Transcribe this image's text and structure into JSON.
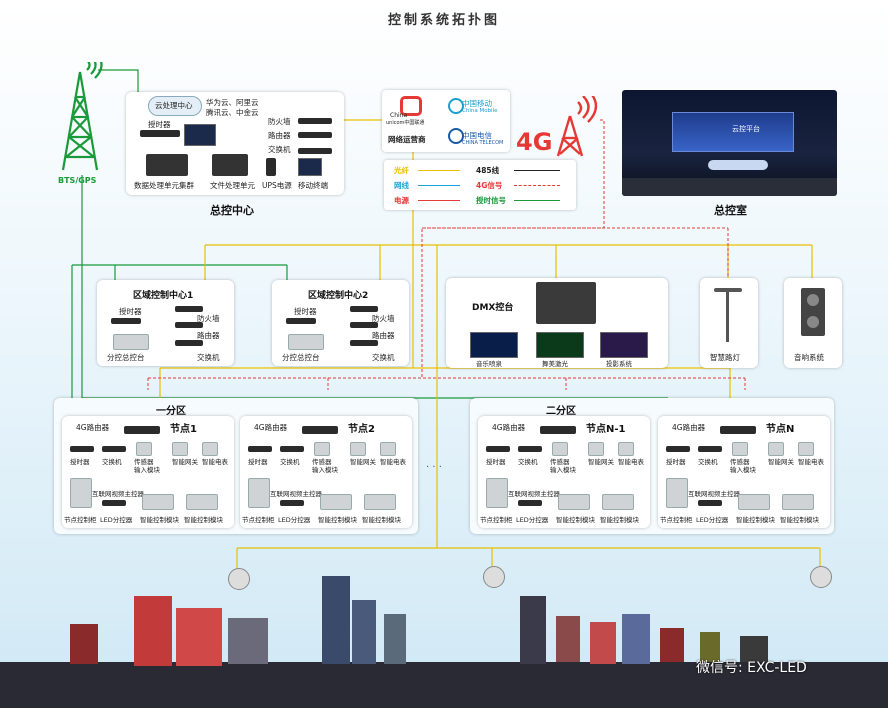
{
  "title": "控制系统拓扑图",
  "tower": {
    "label": "BTS/GPS"
  },
  "control_center": {
    "label": "总控中心",
    "cloud": "云处理中心",
    "cloud_desc_1": "华为云、阿里云",
    "cloud_desc_2": "腾讯云、中金云",
    "timer": "授时器",
    "firewall": "防火墙",
    "router": "路由器",
    "switch": "交换机",
    "data_cluster": "数据处理单元集群",
    "file_unit": "文件处理单元",
    "ups": "UPS电源",
    "mobile": "移动终端"
  },
  "operators": {
    "label": "网络运营商",
    "unicom_1": "China",
    "unicom_2": "unicom中国联通",
    "mobile_1": "中国移动",
    "mobile_2": "China Mobile",
    "telecom_1": "中国电信",
    "telecom_2": "CHINA TELECOM"
  },
  "signal_4g": "4G",
  "legend": [
    {
      "name": "光纤",
      "color": "#e8c000"
    },
    {
      "name": "485线",
      "color": "#222222"
    },
    {
      "name": "网线",
      "color": "#1fa3d6"
    },
    {
      "name": "4G信号",
      "color": "#e53935"
    },
    {
      "name": "电源",
      "color": "#e53935"
    },
    {
      "name": "授时信号",
      "color": "#1a9a3a"
    }
  ],
  "master_room": {
    "label": "总控室",
    "screen_text": "云控平台"
  },
  "regions": [
    {
      "title": "区域控制中心1",
      "timer": "授时器",
      "firewall": "防火墙",
      "router": "路由器",
      "console": "分控总控台",
      "switch": "交换机"
    },
    {
      "title": "区域控制中心2",
      "timer": "授时器",
      "firewall": "防火墙",
      "router": "路由器",
      "console": "分控总控台",
      "switch": "交换机"
    }
  ],
  "dmx": {
    "title": "DMX控台",
    "items": [
      "音乐喷泉",
      "舞美激光",
      "投影系统"
    ]
  },
  "street_light": "智慧路灯",
  "sound": "音响系统",
  "zones": {
    "zone1": "一分区",
    "zone2": "二分区",
    "dots": "· · ·"
  },
  "nodes": [
    {
      "title": "节点1",
      "router": "4G路由器",
      "timer": "授时器",
      "switch": "交换机",
      "sensor_1": "传感器",
      "sensor_2": "输入模块",
      "gateway": "智能网关",
      "meter": "智能电表",
      "video": "互联网视频主控器",
      "cabinet": "节点控制柜",
      "led": "LED分控器",
      "module1": "智能控制模块",
      "module2": "智能控制模块"
    },
    {
      "title": "节点2",
      "router": "4G路由器",
      "timer": "授时器",
      "switch": "交换机",
      "sensor_1": "传感器",
      "sensor_2": "输入模块",
      "gateway": "智能网关",
      "meter": "智能电表",
      "video": "互联网视频主控器",
      "cabinet": "节点控制柜",
      "led": "LED分控器",
      "module1": "智能控制模块",
      "module2": "智能控制模块"
    },
    {
      "title": "节点N-1",
      "router": "4G路由器",
      "timer": "授时器",
      "switch": "交换机",
      "sensor_1": "传感器",
      "sensor_2": "输入模块",
      "gateway": "智能网关",
      "meter": "智能电表",
      "video": "互联网视频主控器",
      "cabinet": "节点控制柜",
      "led": "LED分控器",
      "module1": "智能控制模块",
      "module2": "智能控制模块"
    },
    {
      "title": "节点N",
      "router": "4G路由器",
      "timer": "授时器",
      "switch": "交换机",
      "sensor_1": "传感器",
      "sensor_2": "输入模块",
      "gateway": "智能网关",
      "meter": "智能电表",
      "video": "互联网视频主控器",
      "cabinet": "节点控制柜",
      "led": "LED分控器",
      "module1": "智能控制模块",
      "module2": "智能控制模块"
    }
  ],
  "watermark": "微信号: EXC-LED"
}
